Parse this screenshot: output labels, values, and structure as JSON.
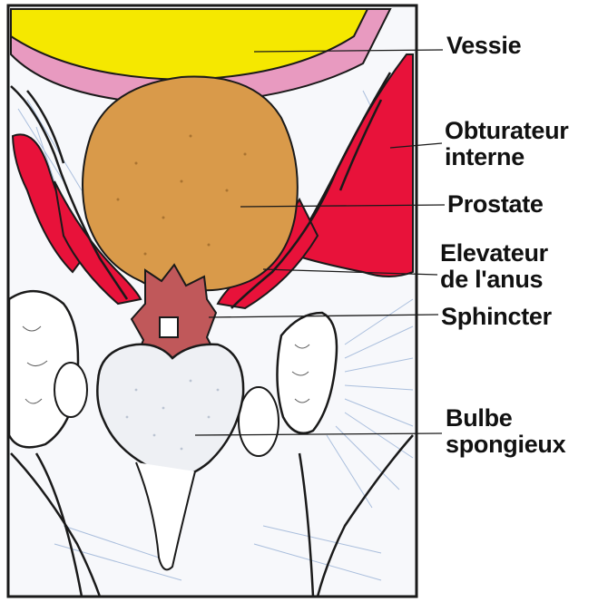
{
  "figure": {
    "labels": {
      "vessie": "Vessie",
      "obturateur": "Obturateur\ninterne",
      "prostate": "Prostate",
      "elevateur": "Elevateur\nde l'anus",
      "sphincter": "Sphincter",
      "bulbe": "Bulbe\nspongieux"
    }
  },
  "colors": {
    "bladder": "#f5e800",
    "bladder_wall": "#e89ac0",
    "prostate": "#d99a4a",
    "muscle": "#e8123a",
    "sphincter": "#c0585a",
    "line_art": "#1a1a1a",
    "hatch": "#6b8fc4"
  }
}
